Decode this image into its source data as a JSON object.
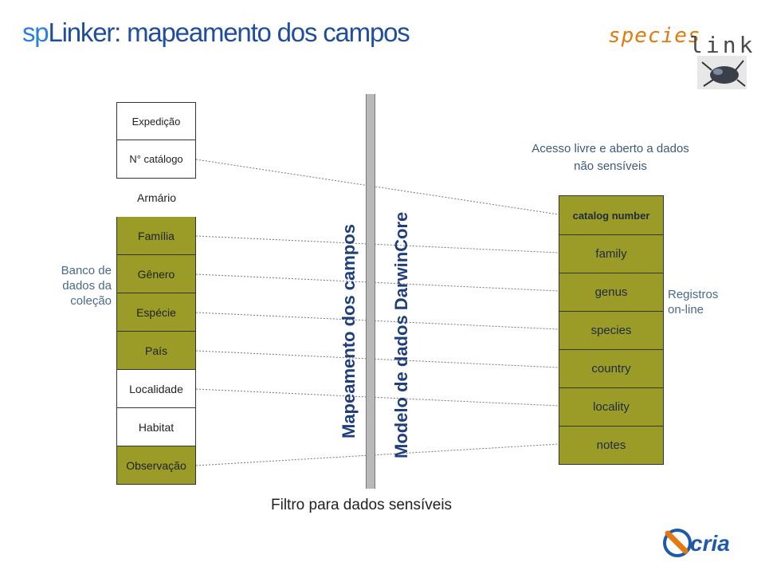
{
  "title": {
    "prefix": "sp",
    "rest": "Linker: mapeamento dos campos"
  },
  "logo": {
    "species": "species",
    "link": "link"
  },
  "left_fields": [
    {
      "label": "Expedição",
      "style": "bordered"
    },
    {
      "label": "N° catálogo",
      "style": "bordered"
    },
    {
      "label": "Armário",
      "style": "plain"
    },
    {
      "label": "Família",
      "style": "olive"
    },
    {
      "label": "Gênero",
      "style": "olive"
    },
    {
      "label": "Espécie",
      "style": "olive"
    },
    {
      "label": "País",
      "style": "olive"
    },
    {
      "label": "Localidade",
      "style": "bordered"
    },
    {
      "label": "Habitat",
      "style": "bordered"
    },
    {
      "label": "Observação",
      "style": "olive"
    }
  ],
  "banco_label": [
    "Banco de",
    "dados da",
    "coleção"
  ],
  "vertical_labels": {
    "mapeamento": "Mapeamento dos campos",
    "darwincore": "Modelo de dados DarwinCore"
  },
  "filter_label": "Filtro para dados sensíveis",
  "acesso_label": [
    "Acesso livre e aberto a dados",
    "não sensíveis"
  ],
  "right_fields": [
    "catalog number",
    "family",
    "genus",
    "species",
    "country",
    "locality",
    "notes"
  ],
  "registros_label": [
    "Registros",
    "on-line"
  ],
  "mappings": [
    [
      1,
      0
    ],
    [
      3,
      1
    ],
    [
      4,
      2
    ],
    [
      5,
      3
    ],
    [
      6,
      4
    ],
    [
      7,
      5
    ],
    [
      9,
      6
    ]
  ],
  "colors": {
    "olive": "#9b9c28",
    "title_blue": "#1f4e9e",
    "accent_orange": "#e27a12",
    "cria_blue": "#1e5aa8"
  },
  "cria_logo": "cria"
}
